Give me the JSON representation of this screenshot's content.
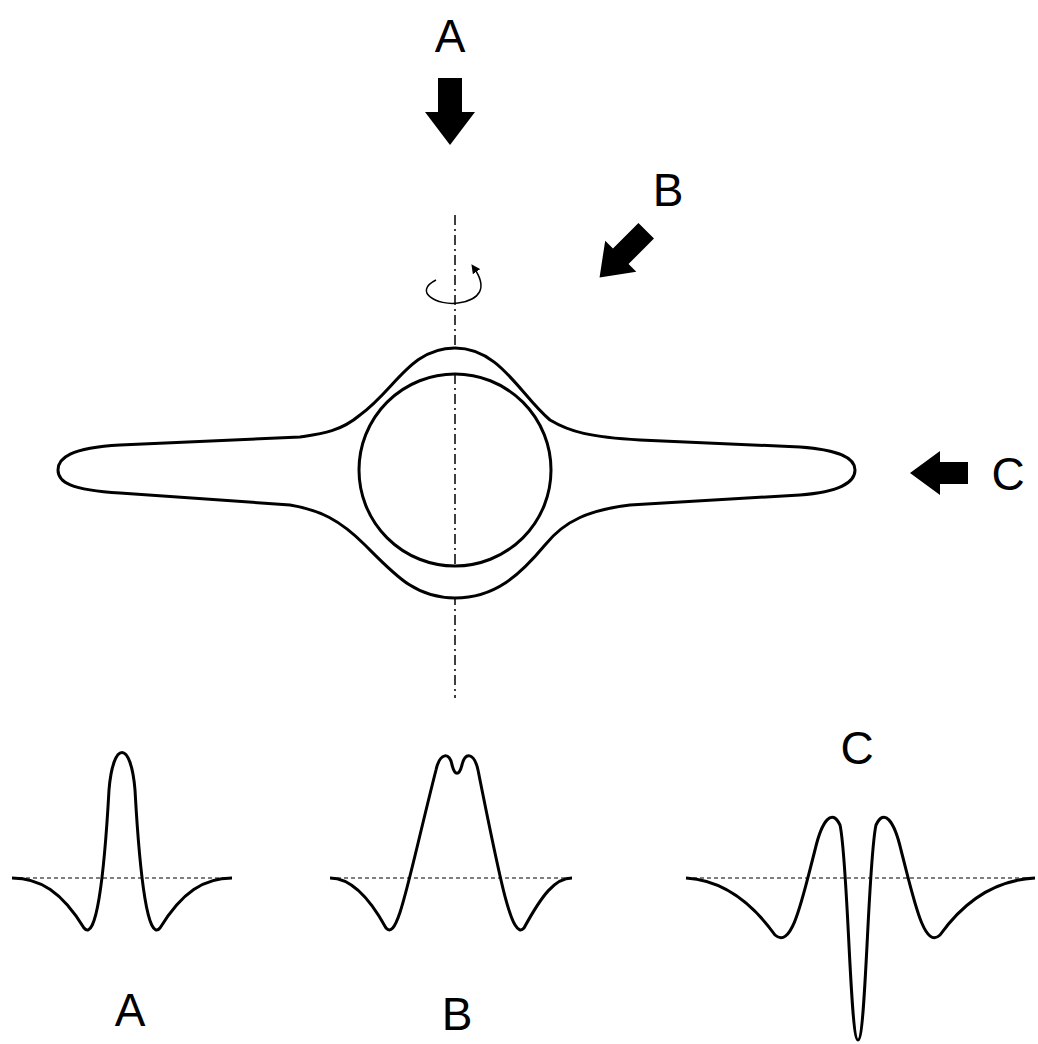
{
  "diagram": {
    "labels": [
      "A",
      "B",
      "C",
      "A",
      "B",
      "C"
    ]
  }
}
